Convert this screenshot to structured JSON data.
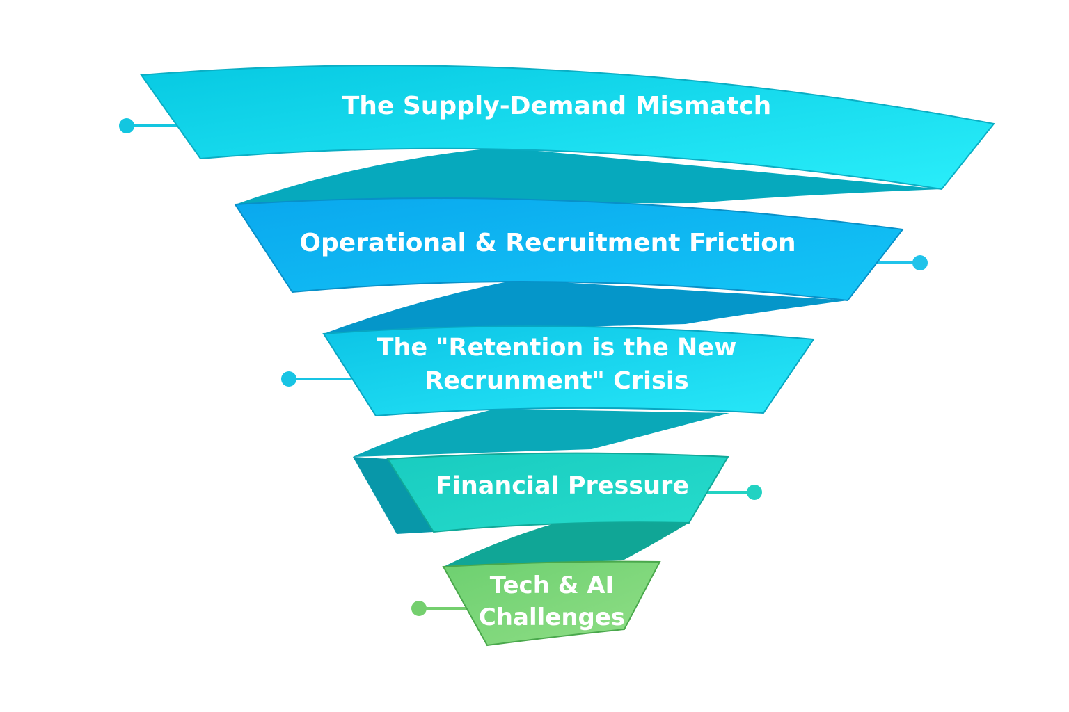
{
  "funnel": {
    "stages": [
      {
        "lines": [
          "The Supply-Demand Mismatch"
        ],
        "color": "#0fd6ea"
      },
      {
        "lines": [
          "Operational & Recruitment Friction"
        ],
        "color": "#0bb2f0"
      },
      {
        "lines": [
          "The \"Retention is the New",
          "Recrunment\" Crisis"
        ],
        "color": "#16d2ee"
      },
      {
        "lines": [
          "Financial Pressure"
        ],
        "color": "#1fd8c6"
      },
      {
        "lines": [
          "Tech & AI",
          "Challenges"
        ],
        "color": "#80d87a"
      }
    ]
  }
}
